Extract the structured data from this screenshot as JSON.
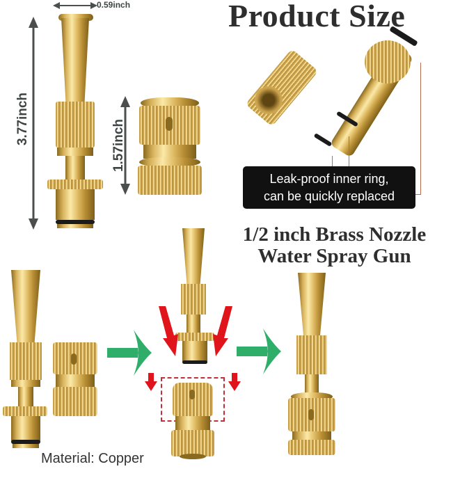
{
  "header": {
    "title": "Product Size"
  },
  "dimensions": {
    "width_label": "0.59inch",
    "nozzle_length_label": "3.77inch",
    "connector_length_label": "1.57inch"
  },
  "callout": {
    "line1": "Leak-proof inner ring,",
    "line2": "can be quickly replaced"
  },
  "product": {
    "title_line1": "1/2 inch Brass Nozzle",
    "title_line2": "Water Spray Gun",
    "material": "Material: Copper"
  },
  "colors": {
    "title_text": "#2e2e2e",
    "dimension_arrow": "#4a4f4e",
    "callout_bg": "#111111",
    "callout_text": "#ffffff",
    "leader_line": "#b46c4c",
    "green_arrow": "#2fae6a",
    "red_arrow": "#e0141b",
    "dashed_box": "#c0303a",
    "brass": "#d7b15a"
  },
  "icons": {
    "step_arrow": "green-right-arrow",
    "insert_arrow": "red-down-arrow"
  }
}
